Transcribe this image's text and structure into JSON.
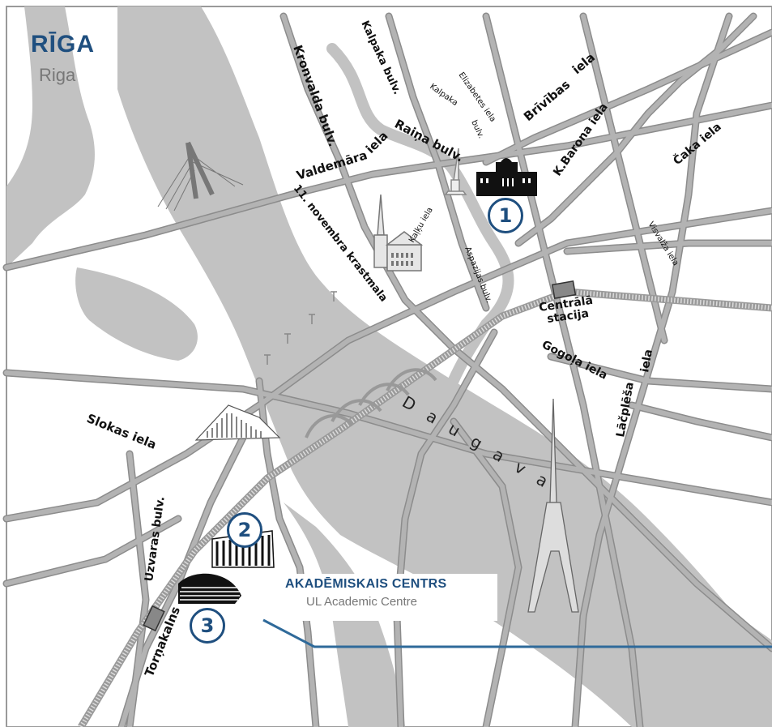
{
  "map": {
    "title": "RĪGA",
    "subtitle": "Riga",
    "river": "Daugava",
    "colors": {
      "accent": "#1f4f7f",
      "river": "#c2c2c2",
      "road_fill": "#b3b3b3",
      "road_edge": "#8c8c8c"
    },
    "streets": {
      "kronvalda": "Kronvalda bulv.",
      "kalpaka1": "Kalpaka bulv.",
      "kalpaka2a": "Kalpaka",
      "kalpaka2b": "bulv.",
      "elizabetes": "Elizabetes iela",
      "brivibas1": "Brīvības",
      "brivibas2": "iela",
      "valdemara1": "Valdemāra",
      "valdemara2": "iela",
      "raina": "Raiņa bulv.",
      "kbarona": "K.Barona iela",
      "caka": "Čaka iela",
      "visvalza": "Visvalža iela",
      "novembra": "11. novembra krastmala",
      "kalku": "Kaļķu iela",
      "aspazijas": "Aspazijas bulv.",
      "centrala1": "Centrālā",
      "centrala2": "stacija",
      "gogola": "Gogoļa iela",
      "lacplesa1": "Lāčplēša",
      "lacplesa2": "iela",
      "slokas": "Slokas iela",
      "uzvaras": "Uzvaras bulv.",
      "tornakalns": "Torņakalns"
    },
    "markers": [
      "1",
      "2",
      "3"
    ],
    "academic_centre": {
      "title": "AKADĒMISKAIS CENTRS",
      "subtitle": "UL Academic Centre"
    },
    "icons": [
      "cable-bridge-icon",
      "dome-cathedral-icon",
      "freedom-monument-icon",
      "university-building-icon",
      "railway-bridge-icon",
      "national-library-icon",
      "tv-tower-icon",
      "academic-building-icon"
    ]
  }
}
